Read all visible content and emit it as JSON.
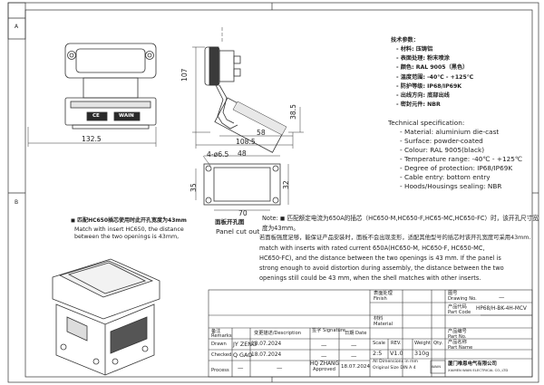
{
  "frame": {
    "index_a": "A",
    "index_b": "B"
  },
  "front_view": {
    "ce_label": "CE",
    "brand_label": "WAIN",
    "width": "132.5"
  },
  "side_view": {
    "height": "107",
    "depth_a": "38.5",
    "depth_b": "58",
    "depth_total": "108.5"
  },
  "panel_cutout": {
    "hole_spec": "4-ø6.5",
    "hole_spacing": "48",
    "hole_vertical": "35",
    "opening_height": "32",
    "opening_width": "70",
    "title_cn": "面板开孔图",
    "title": "Panel cut out"
  },
  "left_note": {
    "cn": "◼ 匹配HC650插芯使用时此开孔宽度为43mm",
    "line1": "Match with insert HC650, the distance",
    "line2": "between the two openings is 43mm,",
    "line3": ""
  },
  "specs_cn": {
    "title": "技术参数：",
    "items": [
      "- 材料: 压铸铝",
      "- 表面处理: 粉末喷涂",
      "- 颜色: RAL 9005（黑色）",
      "- 温度范围: -40℃ - +125℃",
      "- 防护等级: IP68/IP69K",
      "- 出线方向: 底部出线",
      "- 密封元件: NBR"
    ]
  },
  "specs_en": {
    "title": "Technical specification:",
    "items": [
      "- Material: aluminium die-cast",
      "- Surface: powder-coated",
      "- Colour: RAL 9005(black)",
      "- Temperature range: -40℃ - +125℃",
      "- Degree of protection: IP68/IP69K",
      "- Cable entry: bottom entry",
      "- Hoods/Housings sealing: NBR"
    ]
  },
  "note": {
    "lines": [
      "Note: ◼ 匹配额定电流为650A的插芯（HC650-M,HC650-F,HC65-MC,HC650-FC）时，该开孔尺寸宽",
      "度为43mm。",
      "若面板强度足够，能保证产品安装时，面板不会出现变形，适配其他型号的插芯时该开孔宽度可采用43mm.",
      "match with inserts with rated current 650A(HC650-M, HC650-F, HC650-MC,",
      "HC650-FC), and the distance between the two openings is 43 mm. If the panel is",
      "strong enough to avoid distortion during assembly, the distance between the two",
      "openings still could be 43 mm, when the shell matches with other inserts."
    ]
  },
  "title_block": {
    "finish_cn": "表面处理",
    "finish": "Finish",
    "drawing_no_cn": "图号",
    "drawing_no_label": "Drawing No.",
    "drawing_no": "—",
    "material_cn": "材料",
    "material": "Material",
    "part_code_cn": "产品代码",
    "part_code_label": "Part Code",
    "part_code": "HP68/H-BK-4H-MCV",
    "part_no_cn": "产品编号",
    "part_no_label": "Part No.",
    "part_name_cn": "产品名称",
    "part_name_label": "Part Name",
    "scale_label": "Scale",
    "scale": "2:5",
    "rev_label": "REV.",
    "rev": "V1.0",
    "weight_label": "Weight",
    "weight": "310g",
    "qty_label": "Qty.",
    "remarks_cn": "备注",
    "remarks": "Remarks",
    "description_label": "变更描述/Description",
    "signature_label": "签字 Signature",
    "date_label": "日期 Date",
    "drawn_label": "Drawn",
    "drawn_by": "JY ZENG",
    "drawn_date": "18.07.2024",
    "checked_label": "Checked",
    "checked_by": "Q GAO",
    "checked_date": "18.07.2024",
    "process_label": "Process",
    "approved_label": "Approved",
    "approved_by": "HQ ZHANG",
    "approved_date": "18.07.2024",
    "dash": "—",
    "dim_note_1": "All Dimensions in mm",
    "dim_note_2": "Original Size DIN A 4",
    "logo": "WAIN",
    "company_cn": "厦门唯恩电气有限公司",
    "company": "XIAMEN WAIN ELECTRICAL CO.,LTD"
  }
}
